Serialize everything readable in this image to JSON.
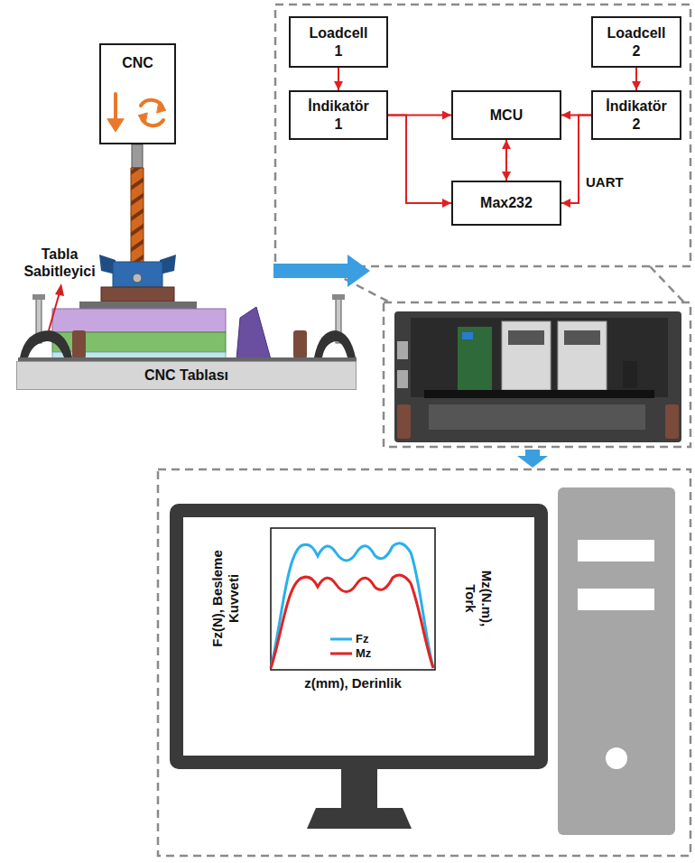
{
  "diagram": {
    "nodes": [
      {
        "text": [
          "CNC"
        ]
      },
      {
        "text": [
          "Loadcell 1"
        ]
      },
      {
        "text": [
          "Loadcell 2"
        ]
      },
      {
        "text": [
          "İndikatör 1"
        ]
      },
      {
        "text": [
          "MCU"
        ]
      },
      {
        "text": [
          "İndikatör 2"
        ]
      },
      {
        "text": [
          "Max232"
        ]
      },
      {
        "text": [
          "CNC Tablası"
        ]
      }
    ],
    "edges": [
      {
        "from": 1,
        "to": 3,
        "arrow": "to"
      },
      {
        "from": 2,
        "to": 5,
        "arrow": "to"
      },
      {
        "from": 3,
        "to": 4,
        "arrow": "to"
      },
      {
        "from": 3,
        "to": 6,
        "arrow": "to"
      },
      {
        "from": 5,
        "to": 4,
        "arrow": "to"
      },
      {
        "from": 5,
        "to": 6,
        "label": "UART",
        "arrow": "to"
      },
      {
        "from": 4,
        "to": 6,
        "arrow": "both"
      }
    ],
    "labels": [
      "Tabla Sabitleyici",
      "Fz(N), Besleme Kuvveti",
      "Mz(N.m), Tork",
      "z(mm), Derinlik"
    ],
    "legend": [
      {
        "text": "Fz"
      },
      {
        "text": "Mz"
      }
    ]
  }
}
